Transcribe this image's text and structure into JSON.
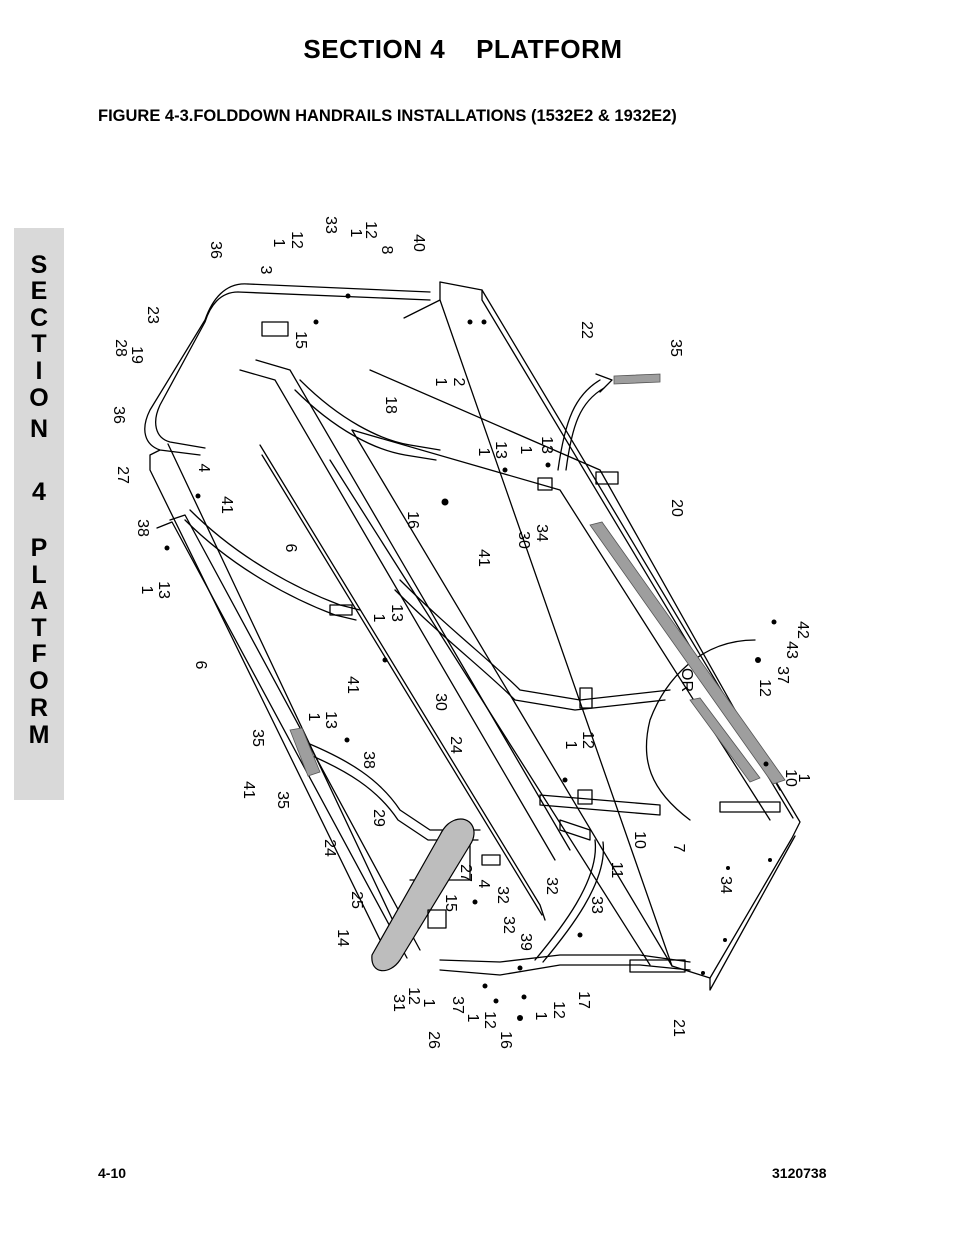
{
  "header": {
    "section_title": "SECTION 4    PLATFORM",
    "figure_title": "FIGURE 4-3.FOLDDOWN HANDRAILS INSTALLATIONS (1532E2 & 1932E2)"
  },
  "side_tab": {
    "letters": [
      "S",
      "E",
      "C",
      "T",
      "I",
      "O",
      "N",
      "4",
      "P",
      "L",
      "A",
      "T",
      "F",
      "O",
      "R",
      "M"
    ]
  },
  "diagram": {
    "callouts": [
      "36",
      "3",
      "1",
      "12",
      "33",
      "1",
      "12",
      "8",
      "40",
      "23",
      "15",
      "28",
      "19",
      "22",
      "35",
      "36",
      "1",
      "2",
      "18",
      "27",
      "4",
      "1",
      "13",
      "1",
      "13",
      "41",
      "16",
      "20",
      "38",
      "30",
      "34",
      "6",
      "41",
      "1",
      "13",
      "1",
      "13",
      "OR",
      "6",
      "41",
      "42",
      "43",
      "30",
      "37",
      "12",
      "1",
      "13",
      "35",
      "24",
      "1",
      "12",
      "38",
      "10",
      "41",
      "1",
      "35",
      "29",
      "7",
      "24",
      "10",
      "11",
      "32",
      "25",
      "27",
      "4",
      "34",
      "14",
      "15",
      "32",
      "33",
      "32",
      "39",
      "31",
      "12",
      "1",
      "37",
      "1",
      "12",
      "1",
      "12",
      "17",
      "26",
      "16",
      "21"
    ]
  },
  "footer": {
    "page_number": "4-10",
    "doc_number": "3120738"
  }
}
